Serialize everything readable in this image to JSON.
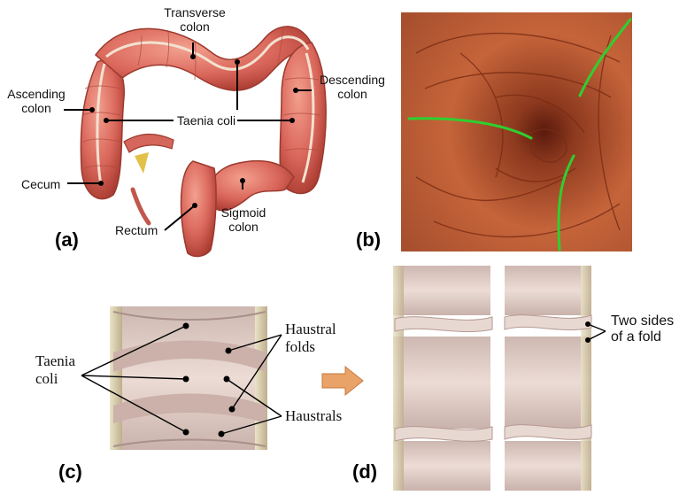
{
  "panels": {
    "a": "(a)",
    "b": "(b)",
    "c": "(c)",
    "d": "(d)"
  },
  "panel_a_labels": {
    "transverse": "Transverse\ncolon",
    "ascending": "Ascending\ncolon",
    "descending": "Descending\ncolon",
    "taenia": "Taenia coli",
    "cecum": "Cecum",
    "rectum": "Rectum",
    "sigmoid": "Sigmoid\ncolon"
  },
  "panel_c_labels": {
    "taenia": "Taenia\ncoli",
    "haustral_folds": "Haustral\nfolds",
    "haustrals": "Haustrals"
  },
  "panel_d_labels": {
    "two_sides": "Two sides\nof a fold"
  },
  "colors": {
    "colon": "#d9665a",
    "colon_dark": "#a83a30",
    "endoscopy": "#b5522c",
    "trace": "#2fcf2f",
    "tissue": "#e2d2cc",
    "arrow": "#e9a368"
  }
}
